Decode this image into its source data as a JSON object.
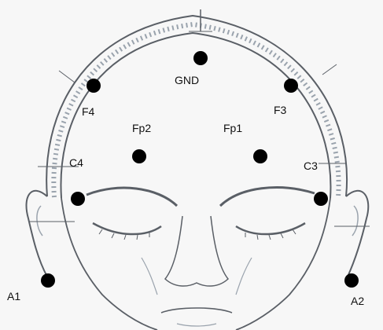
{
  "labels": {
    "gnd": "GND",
    "f4": "F4",
    "f3": "F3",
    "fp2": "Fp2",
    "fp1": "Fp1",
    "c4": "C4",
    "c3": "C3",
    "a1": "A1",
    "a2": "A2"
  },
  "colors": {
    "electrode": "#000000",
    "sketch": "#5a5f66",
    "sketch_light": "#9aa3ad",
    "background": "#f7f7f7"
  },
  "icons": {
    "electrode": "filled-circle"
  }
}
